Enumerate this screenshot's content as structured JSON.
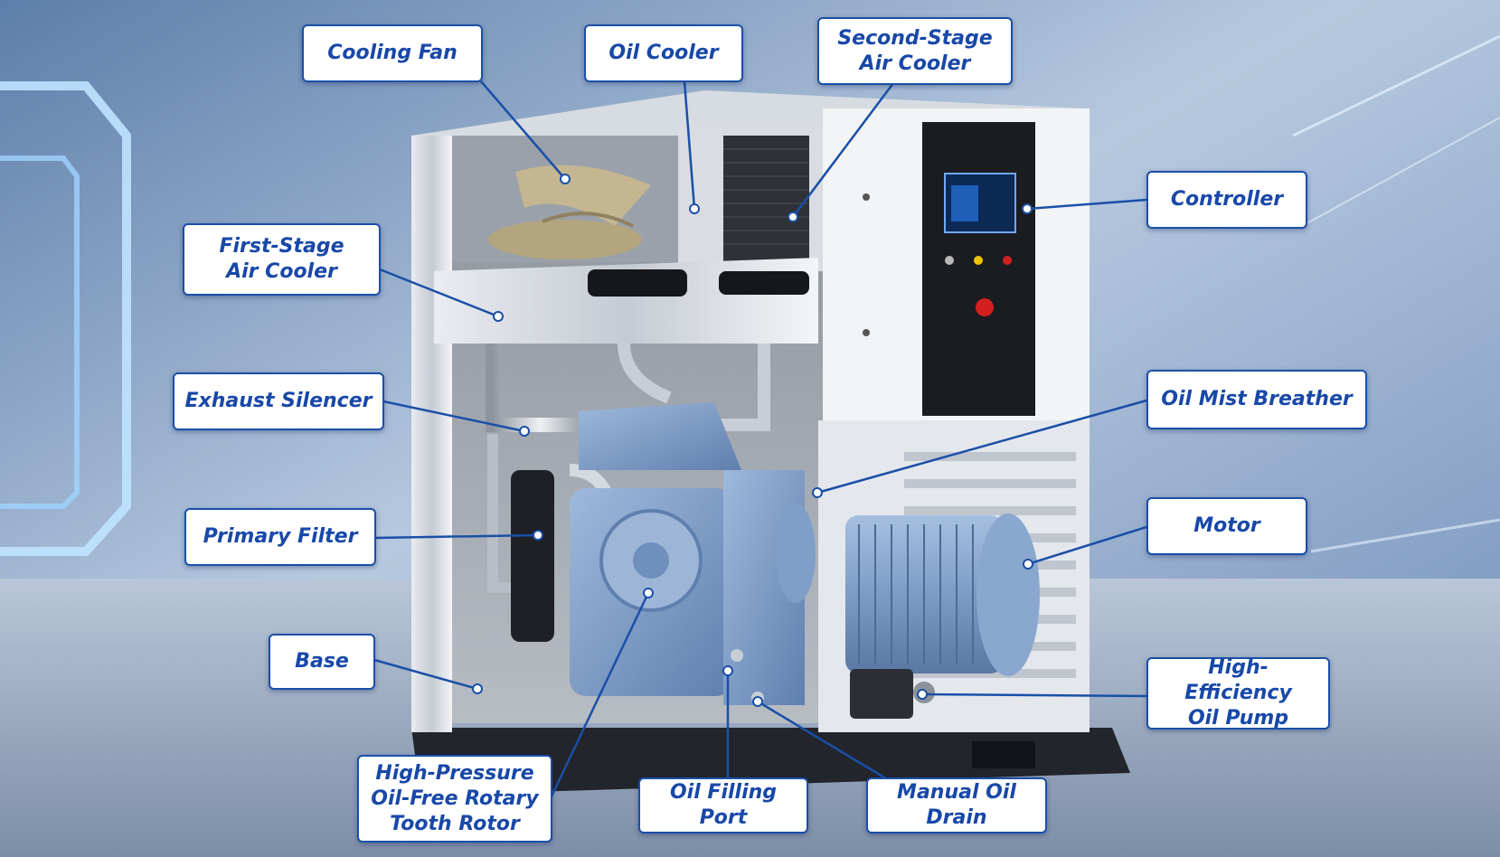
{
  "colors": {
    "label_text": "#1848a8",
    "label_border": "#1a4fa8",
    "leader_line": "#1a4fa8",
    "machine_blue": "#7f9fc8",
    "frame_steel": "#c9ced6",
    "panel_black": "#1b1c20",
    "background": "#a9bcd6"
  },
  "labels": {
    "cooling_fan": "Cooling Fan",
    "oil_cooler": "Oil Cooler",
    "second_stage_air_cooler": "Second-Stage\nAir Cooler",
    "controller": "Controller",
    "first_stage_air_cooler": "First-Stage\nAir Cooler",
    "exhaust_silencer": "Exhaust Silencer",
    "oil_mist_breather": "Oil Mist Breather",
    "primary_filter": "Primary Filter",
    "motor": "Motor",
    "base": "Base",
    "high_efficiency_oil_pump": "High-Efficiency\nOil Pump",
    "rotary_tooth_rotor": "High-Pressure\nOil-Free Rotary\nTooth Rotor",
    "oil_filling_port": "Oil Filling Port",
    "manual_oil_drain": "Manual Oil Drain"
  }
}
